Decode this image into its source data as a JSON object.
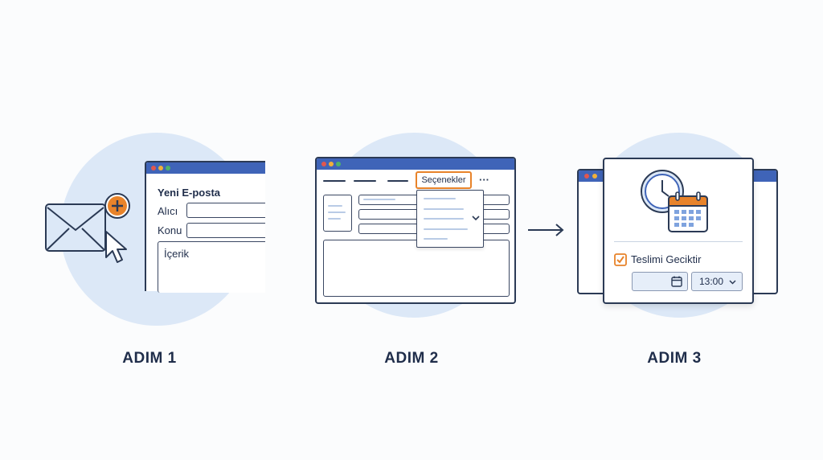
{
  "steps": [
    {
      "label": "ADIM 1",
      "window_title": "Yeni E-posta",
      "field_to": "Alıcı",
      "field_subject": "Konu",
      "field_body": "İçerik"
    },
    {
      "label": "ADIM 2",
      "options_button": "Seçenekler",
      "more_menu": "···"
    },
    {
      "label": "ADIM 3",
      "delay_checkbox_label": "Teslimi Geciktir",
      "time_value": "13:00"
    }
  ],
  "colors": {
    "accent_blue": "#3f64b8",
    "accent_orange": "#e8832a",
    "circle_bg": "#dce8f7",
    "outline": "#2b3a55"
  }
}
